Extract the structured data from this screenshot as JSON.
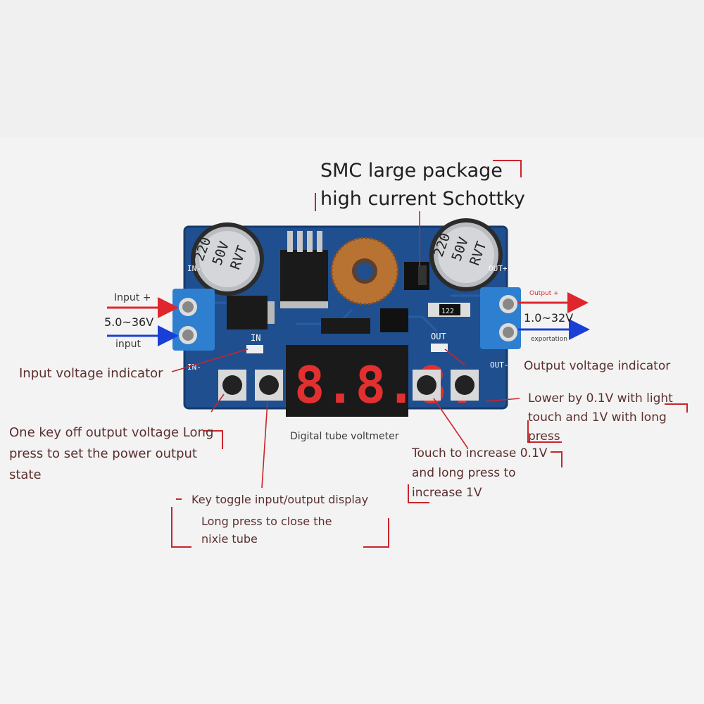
{
  "board": {
    "cap_left_marking": [
      "220",
      "50V",
      "RVT"
    ],
    "cap_right_marking": [
      "220",
      "50V",
      "RVT"
    ],
    "resistor_code": "122",
    "label_in_minus": "IN-",
    "label_out_plus": "OUT+",
    "label_out_minus": "OUT-",
    "label_in": "IN",
    "label_out": "OUT",
    "display_digits": "8.8.8."
  },
  "callouts": {
    "schottky_line1": "SMC large package",
    "schottky_line2": "high current Schottky",
    "input_plus": "Input +",
    "input_range": "5.0~36V",
    "input": "input",
    "output_plus": "Output +",
    "output_range": "1.0~32V",
    "exportation": "exportation",
    "input_indicator": "Input voltage indicator",
    "output_indicator": "Output voltage indicator",
    "lower_line1": "Lower by 0.1V with light",
    "lower_line2": "touch and 1V with long",
    "lower_line3": "press",
    "one_key_line1": "One key off output voltage Long",
    "one_key_line2": "press to set the power output",
    "one_key_line3": "state",
    "voltmeter": "Digital tube voltmeter",
    "increase_line1": "Touch to increase 0.1V",
    "increase_line2": "and long press to",
    "increase_line3": "increase 1V",
    "toggle_line1": "Key toggle input/output display",
    "toggle_line2": "Long press to close the",
    "toggle_line3": "nixie tube"
  },
  "colors": {
    "pcb": "#1f4f8f",
    "annotation_red": "#c9242b",
    "arrow_blue": "#1a3fd6",
    "arrow_red": "#e0262d",
    "terminal_blue": "#2f7fd0",
    "segment_red": "#e23030"
  },
  "icons": [
    "screw-terminal-icon",
    "capacitor-icon",
    "inductor-coil-icon",
    "tactile-button-icon",
    "seven-segment-display-icon",
    "arrow-icon"
  ]
}
